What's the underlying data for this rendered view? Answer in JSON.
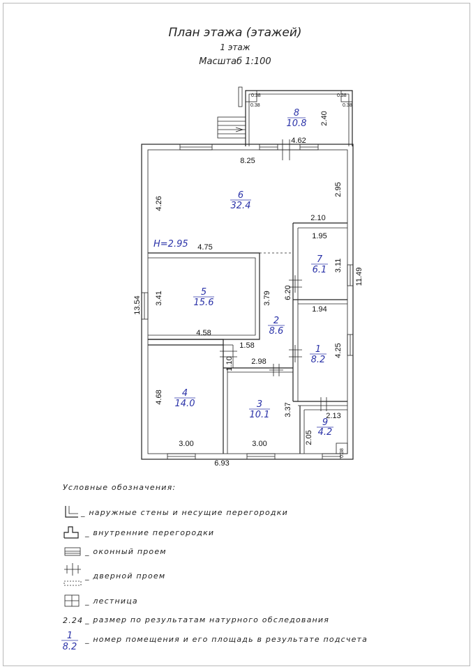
{
  "title": {
    "line1": "План этажа (этажей)",
    "line2": "1 этаж",
    "line3": "Масштаб 1:100"
  },
  "ceiling_height": "H=2.95",
  "rooms": [
    {
      "num": "1",
      "area": "8.2"
    },
    {
      "num": "2",
      "area": "8.6"
    },
    {
      "num": "3",
      "area": "10.1"
    },
    {
      "num": "4",
      "area": "14.0"
    },
    {
      "num": "5",
      "area": "15.6"
    },
    {
      "num": "6",
      "area": "32.4"
    },
    {
      "num": "7",
      "area": "6.1"
    },
    {
      "num": "8",
      "area": "10.8"
    },
    {
      "num": "9",
      "area": "4.2"
    }
  ],
  "dimensions": {
    "porch_w": "4.62",
    "porch_h": "2.40",
    "corner": "0.38",
    "main_top": "8.25",
    "room6_right": "2.95",
    "room6_left": "4.26",
    "room7_top_ext": "2.10",
    "room7_w": "1.95",
    "room7_h": "3.11",
    "right_total": "11.49",
    "room5_top": "4.75",
    "left_total": "13.54",
    "room5_h": "3.41",
    "room5_w": "4.58",
    "hall_h": "3.79",
    "hall_w2": "6.20",
    "room1_w": "1.94",
    "room1_h": "4.25",
    "hall_small": "1.58",
    "hall_step": "1.10",
    "room3_top": "2.98",
    "room4_h": "4.68",
    "room3_h": "3.37",
    "room9_w": "2.13",
    "room9_h": "2.05",
    "room4_w": "3.00",
    "room3_w": "3.00",
    "bottom_total": "6.93"
  },
  "legend": {
    "heading": "Условные обозначения:",
    "items": [
      {
        "icon": "outer-wall-symbol",
        "text": "наружные стены и несущие перегородки"
      },
      {
        "icon": "inner-wall-symbol",
        "text": "внутренние перегородки"
      },
      {
        "icon": "window-symbol",
        "text": "оконный проем"
      },
      {
        "icon": "door-symbol",
        "text": "дверной проем"
      },
      {
        "icon": "stairs-symbol",
        "text": "лестница"
      },
      {
        "icon": "dimension-symbol",
        "sample": "2.24",
        "text": "размер по результатам натурного обследования"
      },
      {
        "icon": "room-label-symbol",
        "sample_num": "1",
        "sample_area": "8.2",
        "text": "номер помещения и его площадь в результате подсчета"
      }
    ]
  },
  "colors": {
    "room_label": "#2a32a8",
    "lines": "#222222"
  }
}
